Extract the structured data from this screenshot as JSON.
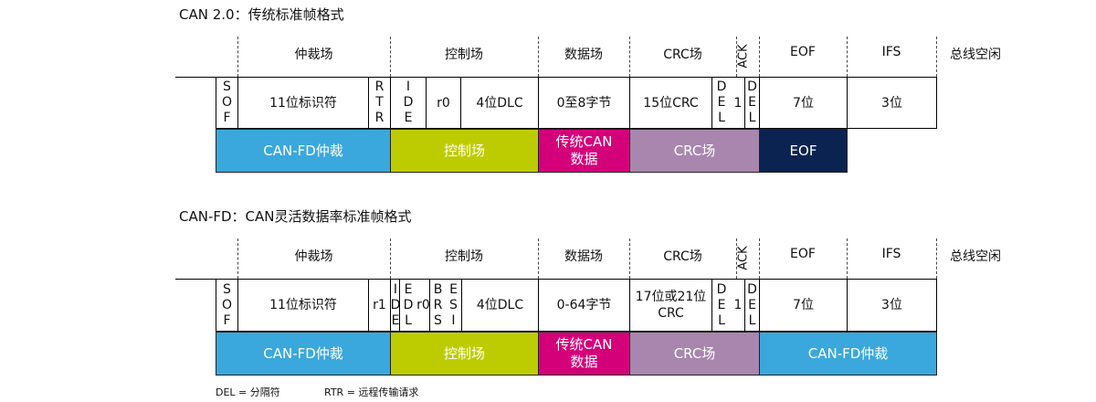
{
  "colors": {
    "arbitration": "#3AA8DC",
    "control": "#BDCC00",
    "data": "#D4007A",
    "crc": "#A886AE",
    "eof": "#0B2350"
  },
  "can20": {
    "title": "CAN 2.0：传统标准帧格式",
    "headers": {
      "arb": "仲裁场",
      "ctrl": "控制场",
      "data": "数据场",
      "crc": "CRC场",
      "ack": "ACK",
      "eof": "EOF",
      "ifs": "IFS",
      "idle": "总线空闲"
    },
    "fields": {
      "sof": "S\nO\nF",
      "id": "11位标识符",
      "rtr": "R\nT\nR",
      "ide": "I\nD\nE",
      "r0": "r0",
      "dlc": "4位DLC",
      "data": "0至8字节",
      "crc": "15位CRC",
      "del1": "D\nE\nL",
      "one": "1",
      "del2": "D\nE\nL",
      "eof": "7位",
      "ifs": "3位"
    },
    "bar": {
      "arb": "CAN-FD仲裁",
      "ctrl": "控制场",
      "data": "传统CAN\n数据",
      "crc": "CRC场",
      "eof": "EOF"
    }
  },
  "canfd": {
    "title": "CAN-FD：CAN灵活数据率标准帧格式",
    "headers": {
      "arb": "仲裁场",
      "ctrl": "控制场",
      "data": "数据场",
      "crc": "CRC场",
      "ack": "ACK",
      "eof": "EOF",
      "ifs": "IFS",
      "idle": "总线空闲"
    },
    "fields": {
      "sof": "S\nO\nF",
      "id": "11位标识符",
      "r1": "r1",
      "ide": "I\nD\nE",
      "edl": "E\nD\nL",
      "r0": "r0",
      "brs": "B\nR\nS",
      "esi": "E\nS\nI",
      "dlc": "4位DLC",
      "data": "0-64字节",
      "crc": "17位或21位\nCRC",
      "del1": "D\nE\nL",
      "one": "1",
      "del2": "D\nE\nL",
      "eof": "7位",
      "ifs": "3位"
    },
    "bar": {
      "arb": "CAN-FD仲裁",
      "ctrl": "控制场",
      "data": "传统CAN\n数据",
      "crc": "CRC场",
      "tail": "CAN-FD仲裁"
    }
  },
  "legend": {
    "del": "DEL = 分隔符",
    "rtr": "RTR = 远程传输请求"
  }
}
